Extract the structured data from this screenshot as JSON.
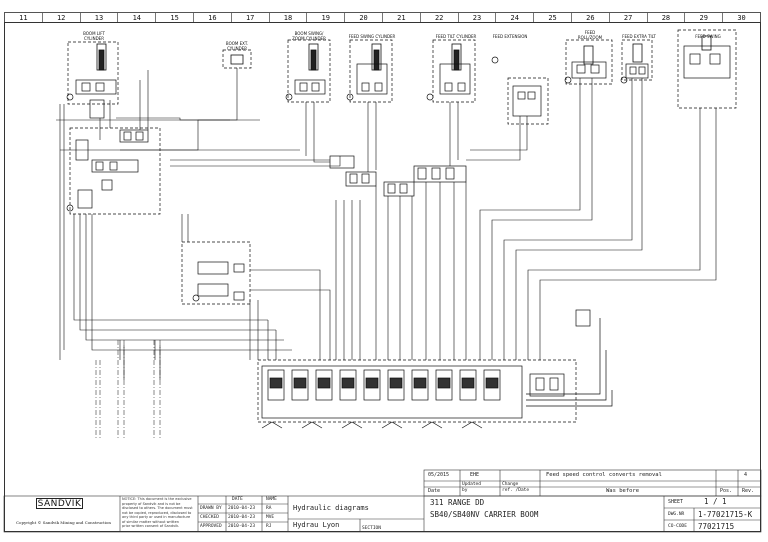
{
  "ruler": [
    "11",
    "12",
    "13",
    "14",
    "15",
    "16",
    "17",
    "18",
    "19",
    "20",
    "21",
    "22",
    "23",
    "24",
    "25",
    "26",
    "27",
    "28",
    "29",
    "30"
  ],
  "labels": {
    "boom_lift": "BOOM LIFT\nCYLINDER",
    "boom_ext": "BOOM EXT.\nCYLINDER",
    "boom_swing": "BOOM SWING/\nZOOM CYLINDER",
    "feed_swing": "FEED SWING CYLINDER",
    "feed_tilt": "FEED TILT CYLINDER",
    "feed_extension": "FEED EXTENSION",
    "feed_roll": "FEED\nROLL/ZOOM",
    "feed_extra_tilt": "FEED EXTRA TILT",
    "feed_swing2": "FEED SWING"
  },
  "title_block": {
    "revision_date": "05/2015",
    "revision_by": "EHE",
    "revision_desc": "Feed speed control converts removal",
    "col_date": "Date",
    "col_updated_by": "Updated\nby",
    "col_change": "Change\nref. /Date",
    "was_before": "Was before",
    "pos_label": "Pos.",
    "rev_label": "Rev.",
    "rev_value": "4",
    "logo": "SANDVIK",
    "copyright": "Copyright © Sandvik Mining and Construction",
    "disclaimer": "NOTICE: This document is the exclusive\nproperty of Sandvik and is not be\ndisclosed to others. The document must\nnot be copied, reproduced, disclosed to\nany third party or used in manufacture\nof similar matter without written\nprior written consent of Sandvik.",
    "head_date": "DATE",
    "head_name": "NAME",
    "row_drawn": "DRAWN BY",
    "row_drawn_date": "2010-04-23",
    "row_drawn_name": "RA",
    "row_checked": "CHECKED",
    "row_checked_date": "2010-04-23",
    "row_checked_name": "MVE",
    "row_approved": "APPROVED",
    "row_approved_date": "2010-04-23",
    "row_approved_name": "RJ",
    "doc_type": "Hydraulic diagrams",
    "site": "Hydrau Lyon",
    "section": "SECTION",
    "title1": "311 RANGE DD",
    "title2": "SB40/SB40NV CARRIER BOOM",
    "sheet_label": "SHEET",
    "sheet_value": "1 / 1",
    "dwg_label": "DWG.NR",
    "dwg_value": "1-77021715-K",
    "code_label": "CO-CODE",
    "code_value": "77021715"
  }
}
